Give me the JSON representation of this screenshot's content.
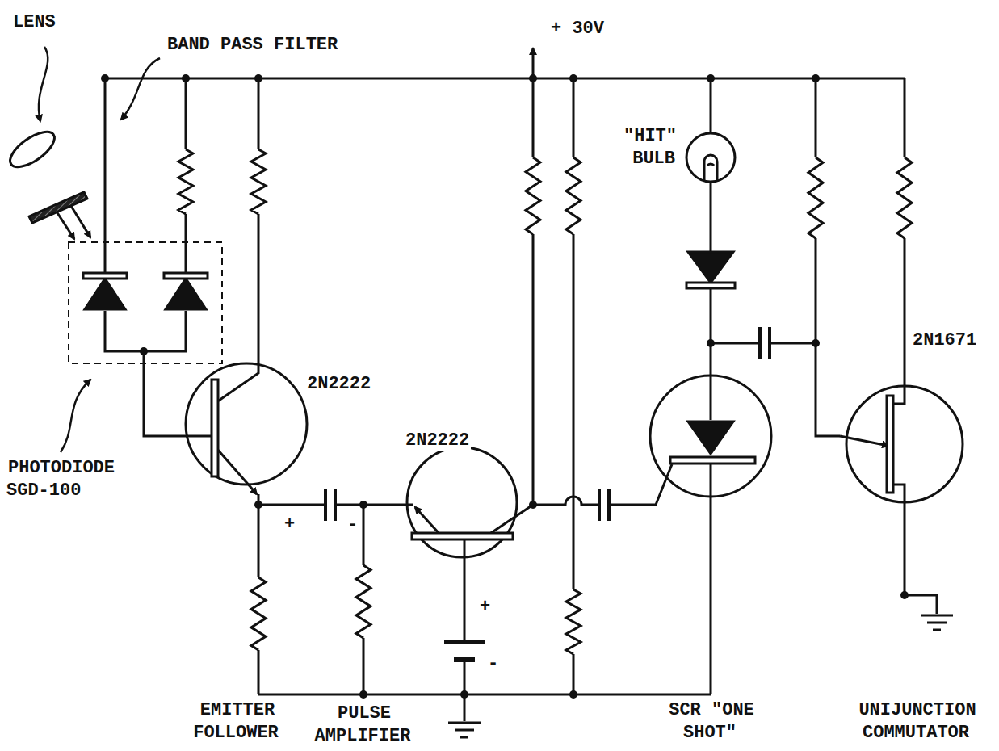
{
  "diagram": {
    "labels": [
      "LENS",
      "BAND PASS FILTER",
      "+ 30V",
      "\"HIT\" BULB",
      "2N2222",
      "2N2222",
      "2N1671",
      "PHOTODIODE SGD-100",
      "EMITTER FOLLOWER",
      "PULSE AMPLIFIER",
      "SCR \"ONE SHOT\"",
      "UNIJUNCTION COMMUTATOR",
      "+",
      "-",
      "+",
      "-"
    ]
  }
}
